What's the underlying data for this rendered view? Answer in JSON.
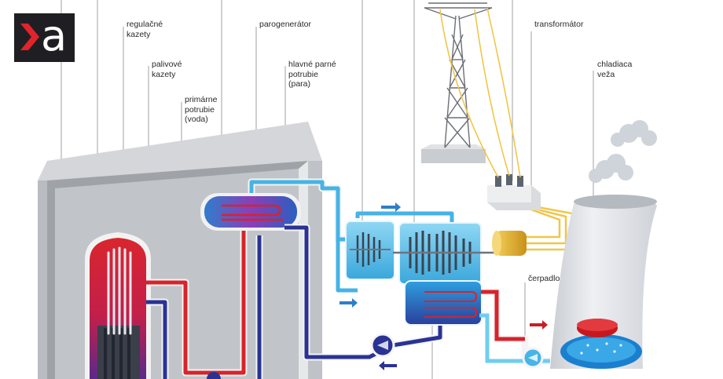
{
  "logo": {
    "letter": "a",
    "icon": "red-chevron-icon",
    "colors": {
      "background": "#1f1f23",
      "chevron": "#e0242b",
      "letter": "#ffffff"
    }
  },
  "labels": {
    "control_rods": [
      "regulačné",
      "kazety"
    ],
    "fuel_rods": [
      "palivové",
      "kazety"
    ],
    "primary_piping": [
      "primárne",
      "potrubie",
      "(voda)"
    ],
    "steam_generator": [
      "parogenerátor"
    ],
    "main_steam_piping": [
      "hlavné parné",
      "potrubie",
      "(para)"
    ],
    "transformer": [
      "transformátor"
    ],
    "cooling_tower": [
      "chladiaca",
      "veža"
    ],
    "pump": [
      "čerpadlo"
    ]
  },
  "colors": {
    "hot": "#d8232a",
    "cold": "#27308f",
    "steam": "#46b3e6",
    "wall": "#a7abaf",
    "cooling": "#8fd8f4",
    "generator": "#e8b731"
  }
}
